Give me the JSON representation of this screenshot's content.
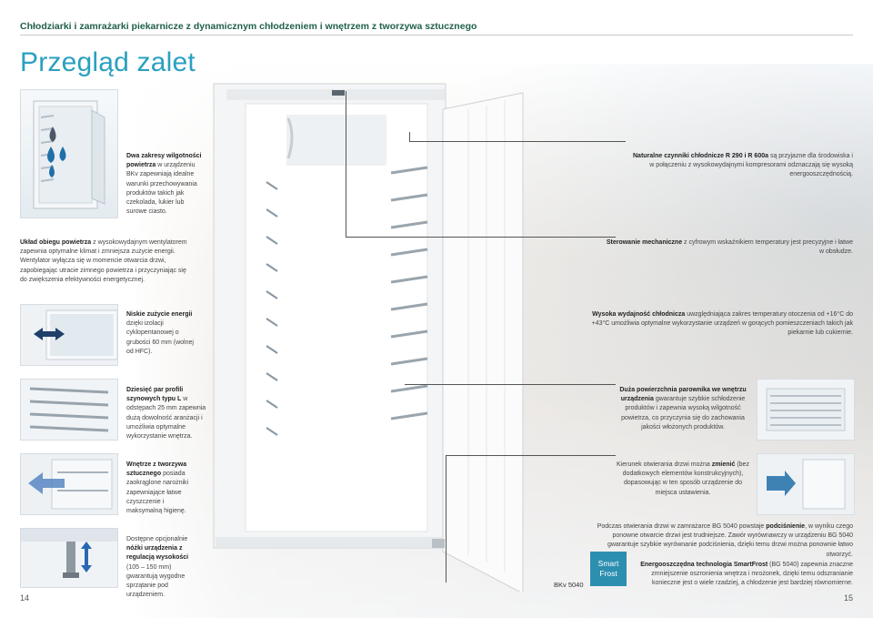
{
  "header": {
    "title": "Chłodziarki i zamrażarki piekarnicze z dynamicznym chłodzeniem i wnętrzem z tworzywa sztucznego"
  },
  "page_title": "Przegląd zalet",
  "features": {
    "humidity": {
      "bold": "Dwa zakresy wilgotności powietrza",
      "text": " w urządzeniu BKv zapewniają idealne warunki przechowywania produktów takich jak czekolada, lukier lub surowe ciasto."
    },
    "refrigerants": {
      "bold": "Naturalne czynniki chłodnicze R 290 i R 600a",
      "text": " są przyjazne dla środowiska i w połączeniu z wysokowydajnymi kompresorami odznaczają się wysoką energooszczędnością."
    },
    "circulation": {
      "bold": "Układ obiegu powietrza",
      "text": " z wysokowydajnym wentylatorem zapewnia optymalne klimat i zmniejsza zużycie energii. Wentylator wyłącza się w momencie otwarcia drzwi, zapobiegając utracie zimnego powietrza i przyczyniając się do zwiększenia efektywności energetycznej."
    },
    "control": {
      "bold": "Sterowanie mechaniczne",
      "text": " z cyfrowym wskaźnikiem temperatury jest precyzyjne i łatwe w obsłudze."
    },
    "insulation": {
      "bold": "Niskie zużycie energii",
      "text": " dzięki izolacji cyklopentanowej o grubości 60 mm (wolnej od HFC)."
    },
    "performance": {
      "bold": "Wysoka wydajność chłodnicza",
      "text": " uwzględniająca zakres temperatury otoczenia od +16°C do +43°C umożliwia optymalne wykorzystanie urządzeń w gorących pomieszczeniach takich jak piekarnie lub cukiernie."
    },
    "rails": {
      "bold": "Dziesięć par profili szynowych typu L",
      "text": " w odstępach 25 mm zapewnia dużą dowolność aranżacji i umożliwia optymalne wykorzystanie wnętrza."
    },
    "evaporator": {
      "bold": "Duża powierzchnia parownika we wnętrzu urządzenia",
      "text": " gwarantuje szybkie schłodzenie produktów i zapewnia wysoką wilgotność powietrza, co przyczynia się do zachowania jakości włożonych produktów."
    },
    "interior": {
      "bold": "Wnętrze z tworzywa sztucznego",
      "text": " posiada zaokrąglone narożniki zapewniające łatwe czyszczenie i maksymalną higienę."
    },
    "door_a": "Kierunek otwierania drzwi można ",
    "door_b": "zmienić",
    "door_c": " (bez dodatkowych elementów konstrukcyjnych), dopasowując w ten sposób urządzenie do miejsca ustawienia.",
    "legs_a": "Dostępne opcjonalnie ",
    "legs_b": "nóżki urządzenia z regulacją wysokości",
    "legs_c": " (105 – 150 mm) gwarantują wygodne sprzątanie pod urządzeniem.",
    "freezer_a": "Podczas otwierania drzwi w zamrażarce BG 5040 powstaje ",
    "freezer_b": "podciśnienie",
    "freezer_c": ", w wyniku czego ponowne otwarcie drzwi jest trudniejsze. Zawór wyrównawczy w urządzeniu BG 5040 gwarantuje szybkie wyrównanie podciśnienia, dzięki temu drzwi można ponownie łatwo otworzyć.",
    "smartfrost": {
      "bold": "Energooszczędna technologia SmartFrost",
      "text": " (BG 5040) zapewnia znaczne zmniejszenie oszronienia wnętrza i mrożonek, dzięki temu odszranianie konieczne jest o wiele rzadziej, a chłodzenie jest bardziej równomierne."
    }
  },
  "smartfrost_logo": {
    "line1": "Smart",
    "line2": "Frost"
  },
  "model_label": "BKv 5040",
  "page_numbers": {
    "left": "14",
    "right": "15"
  },
  "colors": {
    "accent": "#2aa0c0",
    "header": "#1f5f4c",
    "smartfrost": "#2d8fb0"
  }
}
